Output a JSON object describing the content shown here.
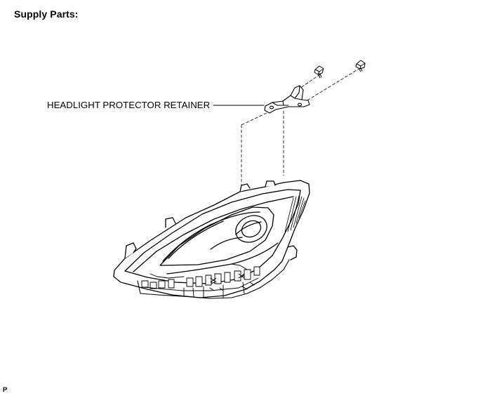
{
  "heading": "Supply Parts:",
  "callout": {
    "label": "HEADLIGHT PROTECTOR RETAINER"
  },
  "page_code": "P"
}
